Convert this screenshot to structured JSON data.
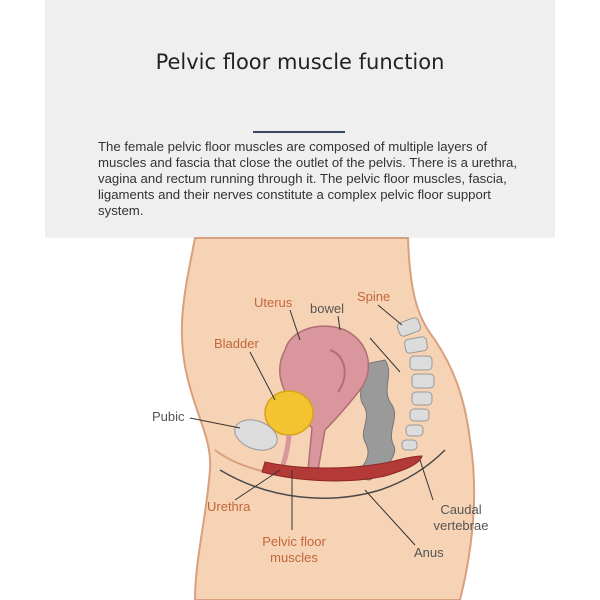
{
  "header": {
    "title": "Pelvic floor muscle function",
    "description": "The female pelvic floor muscles are composed of multiple layers of muscles and fascia that close the outlet of the pelvis. There is a urethra, vagina and rectum running through it. The pelvic floor muscles, fascia, ligaments and their nerves constitute a complex pelvic floor support system."
  },
  "labels": {
    "uterus": "Uterus",
    "bowel": "bowel",
    "spine": "Spine",
    "bladder": "Bladder",
    "pubic": "Pubic",
    "urethra": "Urethra",
    "pelvic_floor_line1": "Pelvic floor",
    "pelvic_floor_line2": "muscles",
    "caudal_line1": "Caudal",
    "caudal_line2": "vertebrae",
    "anus": "Anus"
  },
  "colors": {
    "skin": "#f7d3b5",
    "skin_edge": "#d9a07e",
    "uterus": "#d9969c",
    "bladder": "#f4c430",
    "muscle": "#b33a37",
    "bowel": "#9a9a9a",
    "bone": "#dcdcdc",
    "label_orange": "#c0673a"
  }
}
